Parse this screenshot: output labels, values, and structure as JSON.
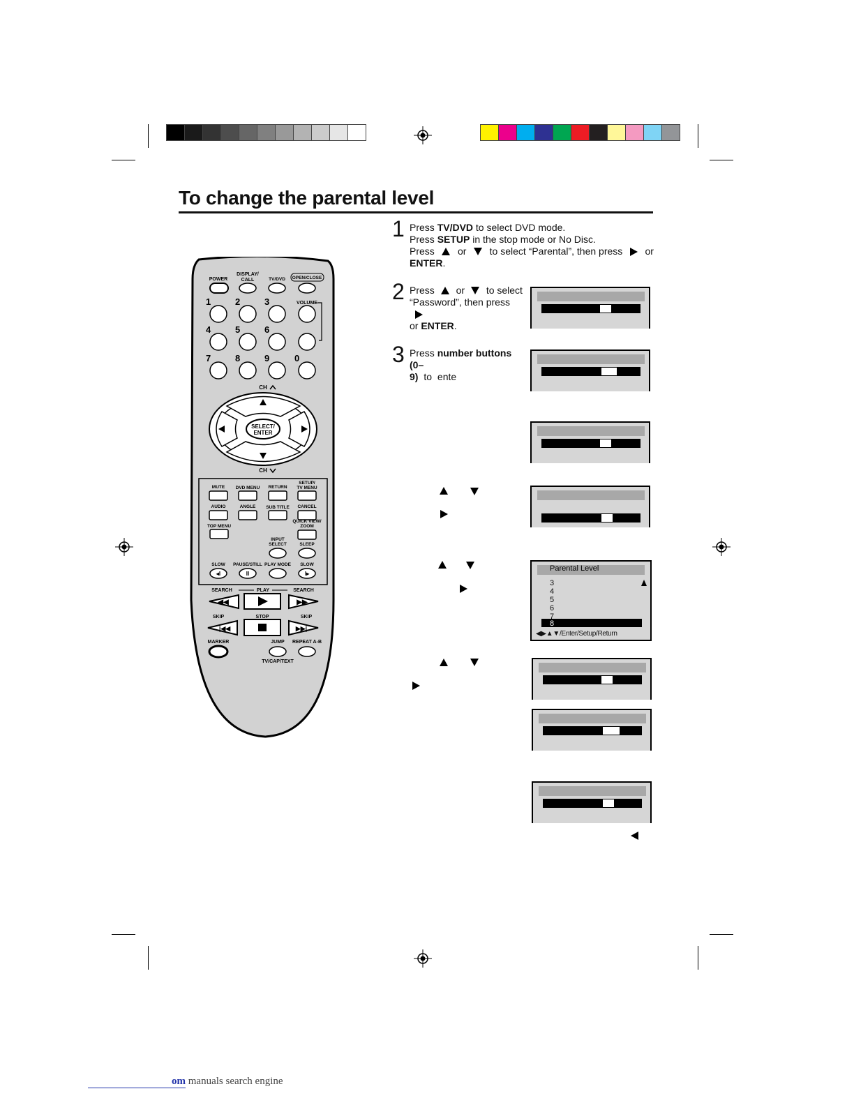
{
  "title": "To change the parental level",
  "colors": {
    "gray_bar": [
      "#000000",
      "#1a1a1a",
      "#333333",
      "#4d4d4d",
      "#666666",
      "#808080",
      "#999999",
      "#b3b3b3",
      "#cccccc",
      "#e6e6e6",
      "#ffffff"
    ],
    "color_bar": [
      "#fff200",
      "#ec008c",
      "#00aeef",
      "#2e3192",
      "#00a651",
      "#ed1c24",
      "#231f20",
      "#fff799",
      "#f49ac1",
      "#7fd4f5",
      "#939598"
    ]
  },
  "steps": [
    {
      "number": "1",
      "line1_pre": "Press ",
      "line1_bold": "TV/DVD",
      "line1_post": " to select DVD mode.",
      "line2_pre": "Press ",
      "line2_bold": "SETUP",
      "line2_post": " in the stop mode or No Disc.",
      "line3_a": "Press",
      "line3_b": "or",
      "line3_c": "to select “Parental”, then press",
      "line3_d": "or",
      "line4_bold": "ENTER",
      "line4_post": "."
    },
    {
      "number": "2",
      "line1_a": "Press",
      "line1_b": "or",
      "line1_c": "to select",
      "line2": "“Password”, then press",
      "line3_pre": "or ",
      "line3_bold": "ENTER",
      "line3_post": "."
    },
    {
      "number": "3",
      "line1_pre": "Press ",
      "line1_bold": "number buttons (0–",
      "line2_bold": "9)",
      "line2_post": " to ente"
    }
  ],
  "osd_parental": {
    "title": "Parental Level",
    "levels": [
      "3",
      "4",
      "5",
      "6",
      "7",
      "8"
    ],
    "footer": "/Enter/Setup/Return"
  },
  "remote": {
    "power": "POWER",
    "display": "DISPLAY/\nCALL",
    "tvdvd": "TV/DVD",
    "open_close": "OPEN/CLOSE",
    "volume": "VOLUME",
    "ch_up": "CH",
    "ch_down": "CH",
    "select_enter": "SELECT/\nENTER",
    "mute": "MUTE",
    "dvd_menu": "DVD MENU",
    "return": "RETURN",
    "setup_tv_menu": "SETUP/\nTV MENU",
    "audio": "AUDIO",
    "angle": "ANGLE",
    "sub_title": "SUB TITLE",
    "cancel": "CANCEL",
    "top_menu": "TOP MENU",
    "quick_view": "QUICK VIEW/\nZOOM",
    "input_select": "INPUT\nSELECT",
    "sleep": "SLEEP",
    "slow_l": "SLOW",
    "pause_still": "PAUSE/STILL",
    "play_mode": "PLAY MODE",
    "slow_r": "SLOW",
    "search_l": "SEARCH",
    "play": "PLAY",
    "search_r": "SEARCH",
    "skip_l": "SKIP",
    "stop": "STOP",
    "skip_r": "SKIP",
    "marker": "MARKER",
    "jump": "JUMP",
    "repeat_ab": "REPEAT A-B",
    "tv_cap_text": "TV/CAP/TEXT",
    "digits": [
      "1",
      "2",
      "3",
      "4",
      "5",
      "6",
      "7",
      "8",
      "9",
      "0"
    ]
  },
  "footer": {
    "prefix": "om",
    "text": "manuals search engine"
  }
}
